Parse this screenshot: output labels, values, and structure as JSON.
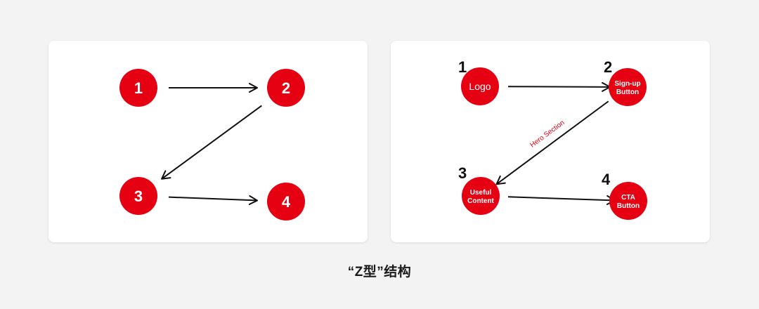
{
  "colors": {
    "node_fill": "#e50012",
    "node_text": "#ffffff",
    "arrow": "#111111",
    "edge_label": "#e50012",
    "step_number": "#111111"
  },
  "left_diagram": {
    "nodes": [
      {
        "id": "n1",
        "label": "1"
      },
      {
        "id": "n2",
        "label": "2"
      },
      {
        "id": "n3",
        "label": "3"
      },
      {
        "id": "n4",
        "label": "4"
      }
    ],
    "edges": [
      {
        "from": "n1",
        "to": "n2"
      },
      {
        "from": "n2",
        "to": "n3"
      },
      {
        "from": "n3",
        "to": "n4"
      }
    ]
  },
  "right_diagram": {
    "nodes": [
      {
        "id": "logo",
        "step": "1",
        "lines": [
          "Logo"
        ]
      },
      {
        "id": "signup",
        "step": "2",
        "lines": [
          "Sign-up",
          "Button"
        ]
      },
      {
        "id": "useful",
        "step": "3",
        "lines": [
          "Useful",
          "Content"
        ]
      },
      {
        "id": "cta",
        "step": "4",
        "lines": [
          "CTA",
          "Button"
        ]
      }
    ],
    "edges": [
      {
        "from": "logo",
        "to": "signup",
        "label": ""
      },
      {
        "from": "signup",
        "to": "useful",
        "label": "Hero Section"
      },
      {
        "from": "useful",
        "to": "cta",
        "label": ""
      }
    ]
  },
  "caption": "“Z型”结构"
}
